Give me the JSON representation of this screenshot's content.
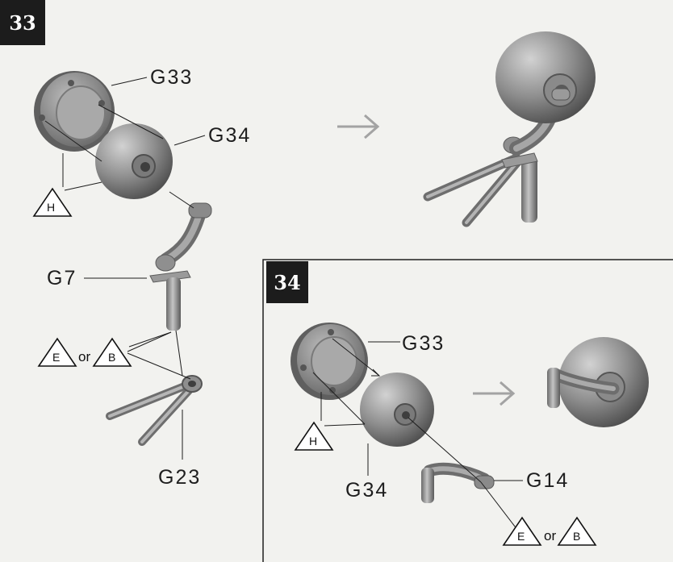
{
  "steps": [
    {
      "number": "33"
    },
    {
      "number": "34"
    }
  ],
  "step33": {
    "labels": {
      "g33": "G33",
      "g34": "G34",
      "g7": "G7",
      "g23": "G23"
    },
    "glue_h": "H",
    "paint": {
      "left": "E",
      "or": "or",
      "right": "B"
    }
  },
  "step34": {
    "labels": {
      "g33": "G33",
      "g34": "G34",
      "g14": "G14"
    },
    "glue_h": "H",
    "paint": {
      "left": "E",
      "or": "or",
      "right": "B"
    }
  },
  "colors": {
    "part_fill": "#8e8e8e",
    "part_shadow": "#5c5c5c",
    "part_highlight": "#c8c8c8",
    "arrow": "#a3a3a3",
    "leader_line": "#1e1e1e",
    "background": "#f2f2ef"
  }
}
